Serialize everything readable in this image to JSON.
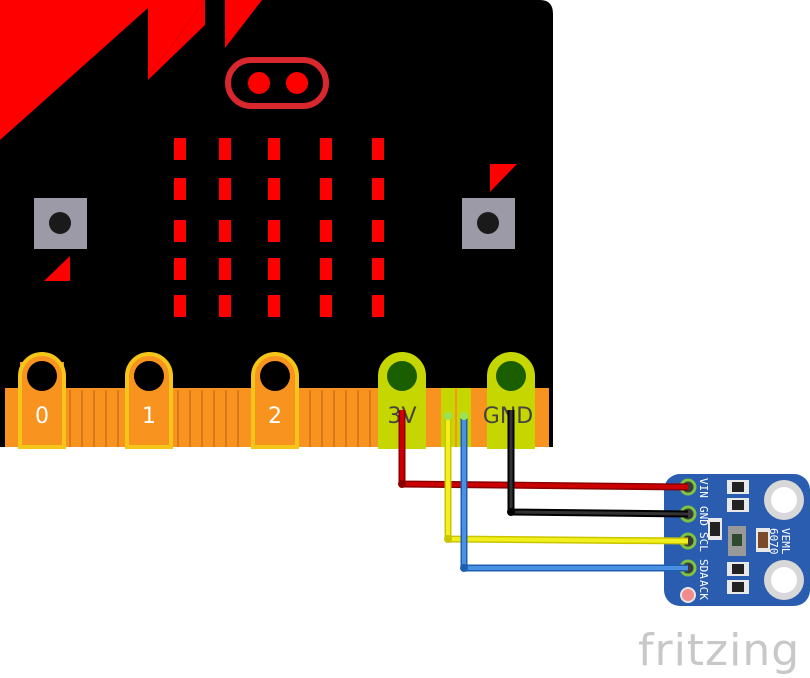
{
  "board": {
    "pin_labels": [
      "0",
      "1",
      "2",
      "3V",
      "GND"
    ]
  },
  "sensor": {
    "chip_label_line1": "VEML",
    "chip_label_line2": "6070",
    "pins": [
      "VIN",
      "GND",
      "SCL",
      "SDA",
      "ACK"
    ]
  },
  "wires": [
    {
      "from": "3V",
      "to": "VIN",
      "color": "#cc0000"
    },
    {
      "from": "GND",
      "to": "GND",
      "color": "#111111"
    },
    {
      "from": "P19 (SCL)",
      "to": "SCL",
      "color": "#f2ef1d"
    },
    {
      "from": "P20 (SDA)",
      "to": "SDA",
      "color": "#3b7fd8"
    }
  ],
  "watermark": "fritzing",
  "colors": {
    "board": "#000000",
    "accent_red": "#ff0000",
    "edge_connector": "#f7931e",
    "gold_pad": "#f5c518",
    "green_pad": "#c6d600",
    "sensor_board": "#2a5db0"
  }
}
